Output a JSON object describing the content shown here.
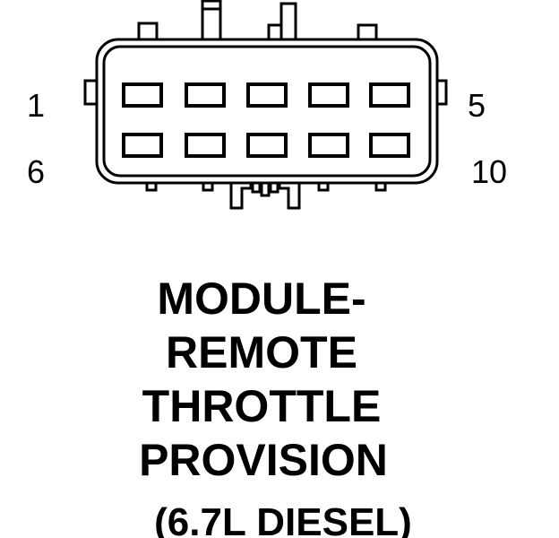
{
  "connector": {
    "pin_labels": {
      "top_left": "1",
      "top_right": "5",
      "bottom_left": "6",
      "bottom_right": "10"
    },
    "rows": 2,
    "cavities_per_row": 5
  },
  "caption": {
    "lines": [
      "MODULE-",
      "REMOTE",
      "THROTTLE",
      "PROVISION"
    ],
    "subline": "(6.7L DIESEL)"
  },
  "colors": {
    "line": "#000000",
    "background": "#ffffff"
  }
}
